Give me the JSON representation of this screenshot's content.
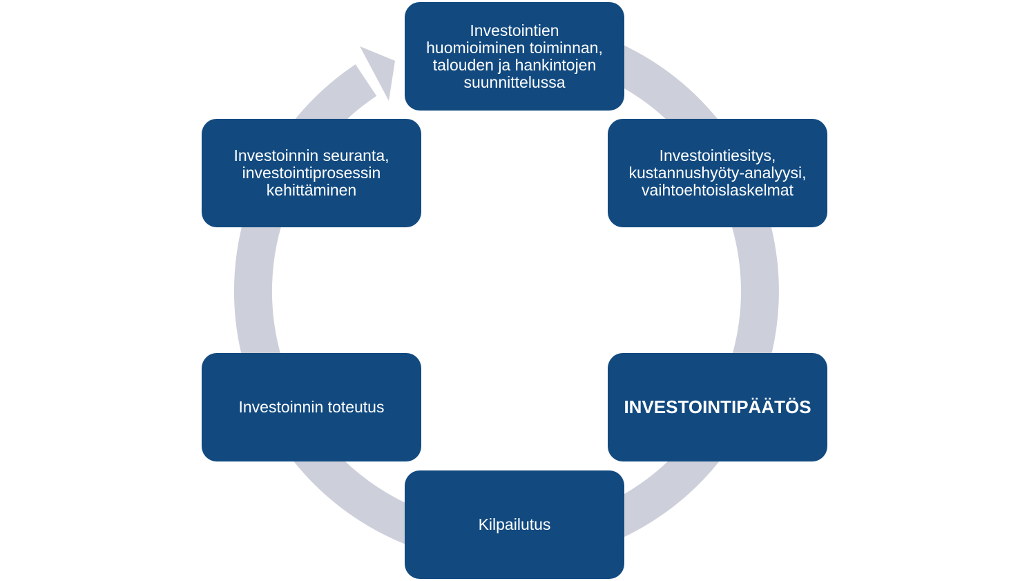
{
  "colors": {
    "box": "#124A80",
    "ring": "#CDD0DA",
    "text": "#FFFFFF"
  },
  "steps": [
    {
      "label": "Investointien\nhuomioiminen toiminnan,\ntalouden ja hankintojen\nsuunnittelussa"
    },
    {
      "label": "Investointiesitys,\nkustannushyöty-analyysi,\nvaihtoehtoislaskelmat"
    },
    {
      "label": "INVESTOINTIPÄÄTÖS"
    },
    {
      "label": "Kilpailutus"
    },
    {
      "label": "Investoinnin toteutus"
    },
    {
      "label": "Investoinnin seuranta,\ninvestointiprosessin\nkehittäminen"
    }
  ]
}
